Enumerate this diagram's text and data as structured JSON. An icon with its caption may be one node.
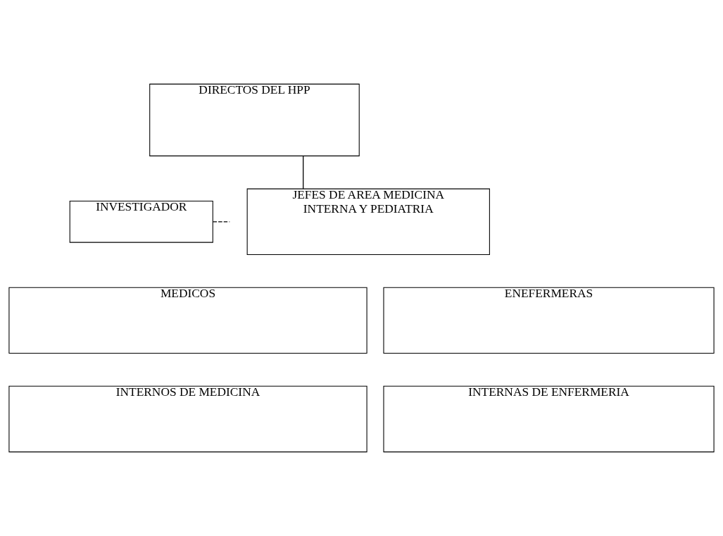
{
  "diagram": {
    "nodes": [
      {
        "text": [
          "DIRECTOS DEL HPP"
        ]
      },
      {
        "text": [
          "INVESTIGADOR"
        ]
      },
      {
        "text": [
          "JEFES DE AREA MEDICINA INTERNA Y PEDIATRIA"
        ]
      },
      {
        "text": [
          "MEDICOS"
        ]
      },
      {
        "text": [
          "ENEFERMERAS"
        ]
      },
      {
        "text": [
          "INTERNOS DE MEDICINA"
        ]
      },
      {
        "text": [
          "INTERNAS DE ENFERMERIA"
        ]
      }
    ],
    "edges": [
      {
        "from": 0,
        "to": 2,
        "arrow": "none"
      },
      {
        "from": 1,
        "to": null,
        "arrow": "none",
        "style": "dashed"
      }
    ]
  }
}
